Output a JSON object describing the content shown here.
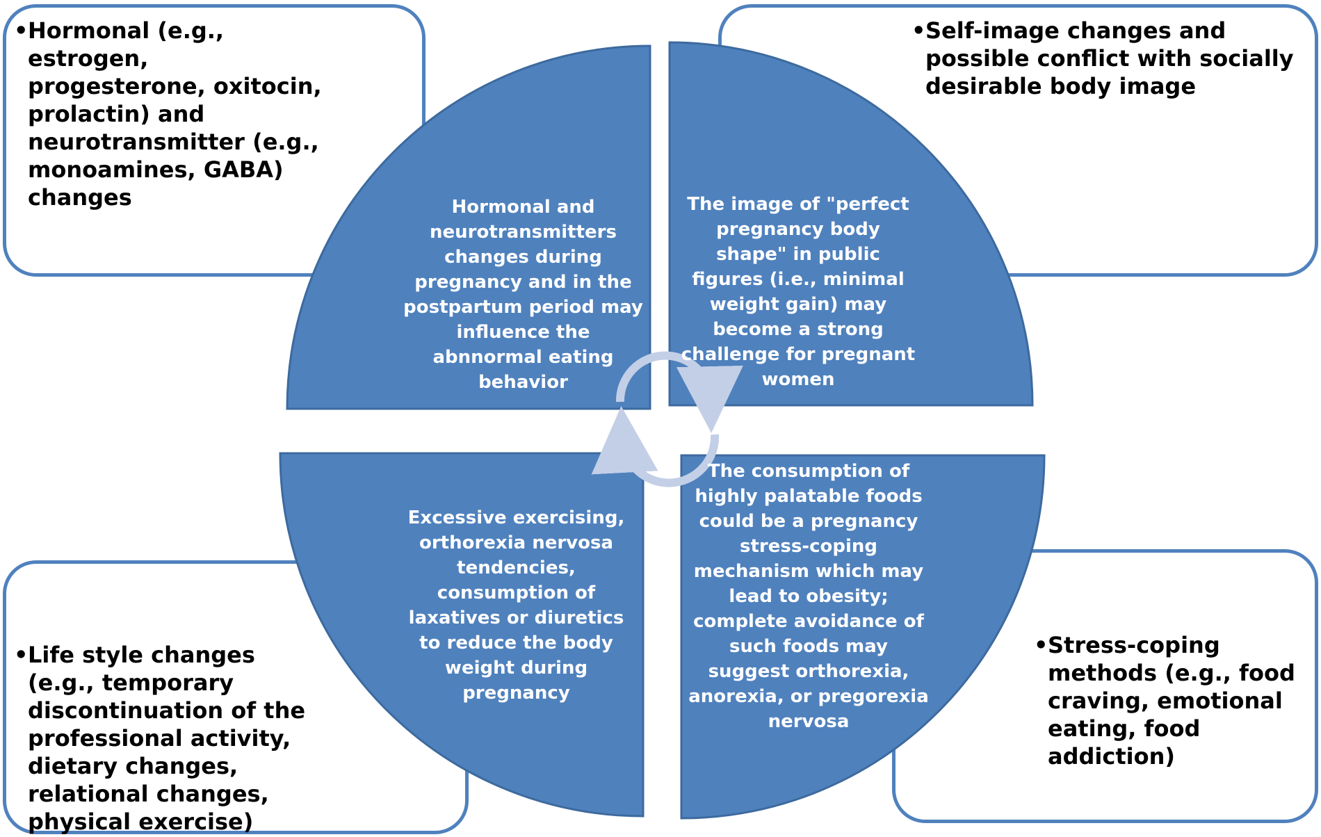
{
  "outer_boxes": {
    "top_left": [
      "Hormonal (e.g., estrogen, progesterone, oxitocin, prolactin) and neurotransmitter (e.g., monoamines, GABA) changes"
    ],
    "top_right": [
      "Self-image changes and possible conflict with socially desirable body image"
    ],
    "bottom_left": [
      "Life style changes (e.g., temporary discontinuation of the professional activity, dietary changes, relational changes, physical exercise)"
    ],
    "bottom_right": [
      "Stress-coping methods (e.g., food craving, emotional eating, food addiction)"
    ]
  },
  "quadrants": {
    "top_left": "Hormonal and neurotransmitters changes during pregnancy and in the postpartum period may influence the abnnormal eating behavior",
    "top_right": "The image of \"perfect pregnancy body shape\" in public figures (i.e., minimal weight gain) may become a strong challenge for pregnant women",
    "bottom_left": "Excessive exercising, orthorexia nervosa tendencies, consumption of laxatives or diuretics to reduce the body weight during pregnancy",
    "bottom_right": "The consumption of highly palatable foods could be  a pregnancy stress-coping mechanism which may lead to obesity; complete avoidance of such foods may suggest orthorexia, anorexia, or pregorexia nervosa"
  },
  "colors": {
    "box_border": "#4f81bd",
    "quadrant_fill": "#4f81bd",
    "quadrant_edge": "#3d6a9e",
    "cycle_arrow": "#c3cfe6"
  },
  "icons": {
    "center": "cycle-arrows-icon"
  }
}
